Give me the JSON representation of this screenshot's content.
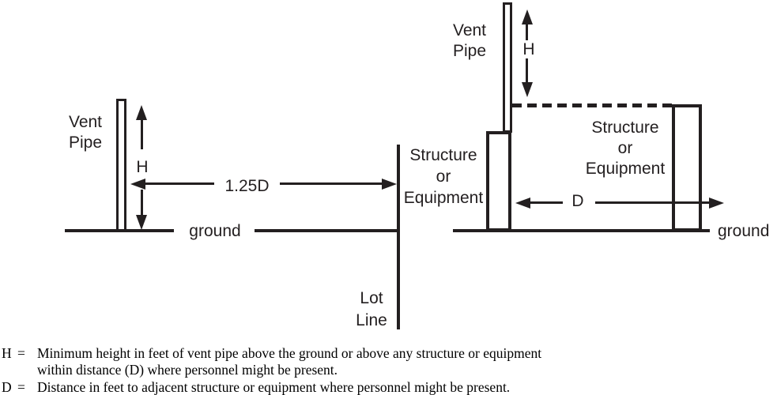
{
  "colors": {
    "ink": "#231f20",
    "background": "#ffffff"
  },
  "left": {
    "vent_pipe_label": "Vent\nPipe",
    "height_label": "H",
    "distance_label": "1.25D",
    "ground_label": "ground",
    "structure_label": "Structure\nor\nEquipment",
    "lot_line_label": "Lot\nLine"
  },
  "right": {
    "vent_pipe_label": "Vent\nPipe",
    "height_label": "H",
    "distance_label": "D",
    "structure_label": "Structure\nor\nEquipment",
    "ground_label": "ground"
  },
  "legend": {
    "h_term": "H",
    "h_equals": "=",
    "h_definition": "Minimum height in feet of vent pipe above the ground or above any structure or equipment\nwithin distance (D) where personnel might be present.",
    "d_term": "D",
    "d_equals": "=",
    "d_definition": "Distance in feet to adjacent structure or equipment where personnel might be present."
  }
}
